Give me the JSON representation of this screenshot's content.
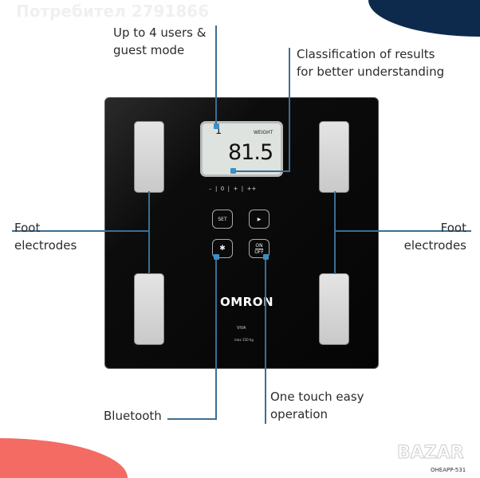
{
  "watermark": "Потребител 2791866",
  "callouts": {
    "users": [
      "Up to 4 users &",
      "guest mode"
    ],
    "classification": [
      "Classification of results",
      "for better understanding"
    ],
    "foot_left": [
      "Foot",
      "electrodes"
    ],
    "foot_right": [
      "Foot",
      "electrodes"
    ],
    "bluetooth": "Bluetooth",
    "one_touch": [
      "One touch easy",
      "operation"
    ]
  },
  "display": {
    "user": "1",
    "mode": "WEIGHT",
    "value": "81.5",
    "scale_labels": "–  |  0  |  +  |  ++"
  },
  "buttons": {
    "set": "SET",
    "next": "▶",
    "bluetooth": "✱",
    "on": "ON",
    "off": "OFF"
  },
  "brand": "OMRON",
  "model": "VIVA",
  "max": "max 150 kg",
  "logo": {
    "text": "BAZAR",
    "code": "OHEAPP-531"
  }
}
